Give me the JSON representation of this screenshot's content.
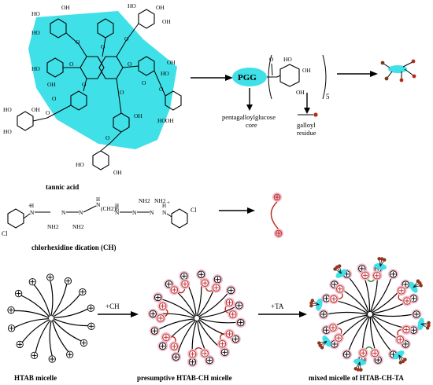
{
  "colors": {
    "cyan": "#40E0E8",
    "head_red": "#b8281f",
    "halo_pink": "#f2b9c9",
    "brown_dot": "#7a3b1e"
  },
  "tannic": {
    "oh_labels": [
      "HO",
      "OH",
      "HO",
      "OH",
      "OH",
      "HO",
      "OH",
      "HO",
      "HO",
      "OH",
      "HO",
      "OH",
      "HO",
      "OH",
      "OH",
      "HO",
      "OH",
      "HO"
    ],
    "o_labels": [
      "O",
      "O",
      "O",
      "O",
      "O",
      "O",
      "O",
      "O",
      "O",
      "O",
      "O",
      "O"
    ],
    "caption": "tannic acid"
  },
  "pgg": {
    "box_label": "PGG",
    "oh_labels": [
      "HO",
      "OH",
      "OH"
    ],
    "o_label": "O",
    "subscript": "5",
    "core_caption_1": "pentagalloylglucose",
    "core_caption_2": "core",
    "residue_caption_1": "galloyl",
    "residue_caption_2": "residue"
  },
  "chlorhexidine": {
    "cl_left": "Cl",
    "cl_right": "Cl",
    "plus": "+",
    "n_labels": [
      "N",
      "N",
      "N",
      "N",
      "N",
      "N",
      "N",
      "N"
    ],
    "h_labels": [
      "H",
      "H",
      "H",
      "H"
    ],
    "nh2_labels": [
      "NH2",
      "NH2",
      "NH2",
      "NH2"
    ],
    "ch2_label": "(CH2)6",
    "caption": "chlorhexidine dication (CH)"
  },
  "micelles": {
    "htab_caption": "HTAB micelle",
    "arrow1_label": "+CH",
    "presumptive_caption": "presumptive HTAB-CH micelle",
    "arrow2_label": "+TA",
    "mixed_caption": "mixed micelle of HTAB-CH-TA"
  }
}
